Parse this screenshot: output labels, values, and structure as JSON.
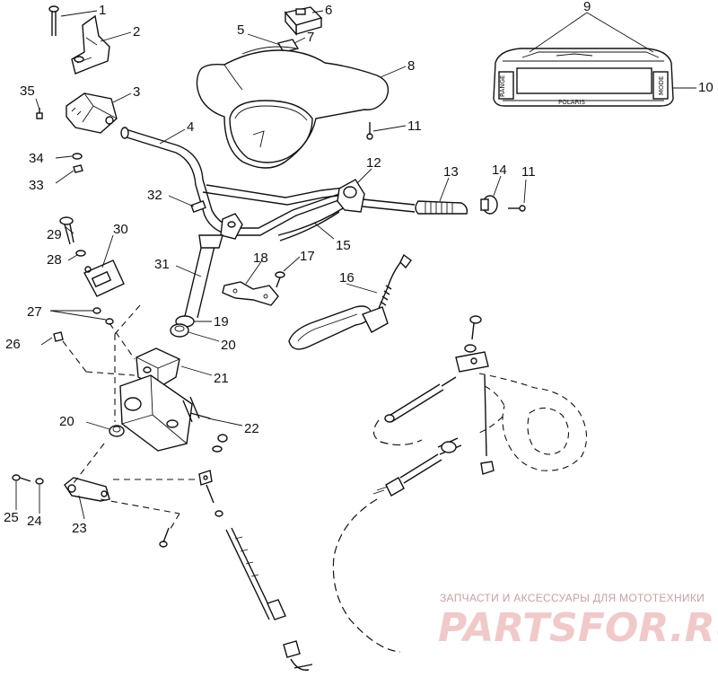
{
  "callouts": [
    {
      "id": "c1",
      "text": "1"
    },
    {
      "id": "c2",
      "text": "2"
    },
    {
      "id": "c3",
      "text": "3"
    },
    {
      "id": "c4",
      "text": "4"
    },
    {
      "id": "c5",
      "text": "5"
    },
    {
      "id": "c6",
      "text": "6"
    },
    {
      "id": "c7",
      "text": "7"
    },
    {
      "id": "c8",
      "text": "8"
    },
    {
      "id": "c9",
      "text": "9"
    },
    {
      "id": "c10",
      "text": "10"
    },
    {
      "id": "c11a",
      "text": "11"
    },
    {
      "id": "c11b",
      "text": "11"
    },
    {
      "id": "c12",
      "text": "12"
    },
    {
      "id": "c13",
      "text": "13"
    },
    {
      "id": "c14",
      "text": "14"
    },
    {
      "id": "c15",
      "text": "15"
    },
    {
      "id": "c16",
      "text": "16"
    },
    {
      "id": "c17",
      "text": "17"
    },
    {
      "id": "c18",
      "text": "18"
    },
    {
      "id": "c19",
      "text": "19"
    },
    {
      "id": "c20a",
      "text": "20"
    },
    {
      "id": "c20b",
      "text": "20"
    },
    {
      "id": "c21",
      "text": "21"
    },
    {
      "id": "c22",
      "text": "22"
    },
    {
      "id": "c23",
      "text": "23"
    },
    {
      "id": "c24",
      "text": "24"
    },
    {
      "id": "c25",
      "text": "25"
    },
    {
      "id": "c26",
      "text": "26"
    },
    {
      "id": "c27",
      "text": "27"
    },
    {
      "id": "c28",
      "text": "28"
    },
    {
      "id": "c29",
      "text": "29"
    },
    {
      "id": "c30",
      "text": "30"
    },
    {
      "id": "c31",
      "text": "31"
    },
    {
      "id": "c32",
      "text": "32"
    },
    {
      "id": "c33",
      "text": "33"
    },
    {
      "id": "c34",
      "text": "34"
    },
    {
      "id": "c35",
      "text": "35"
    }
  ],
  "panel_text": {
    "left_button": "RANGE",
    "right_button": "MODE",
    "brand": "POLARIS"
  },
  "watermark": {
    "caption": "ЗАПЧАСТИ И АКСЕССУАРЫ ДЛЯ МОТОТЕХНИКИ",
    "logo": "PARTSFOR.RU"
  }
}
